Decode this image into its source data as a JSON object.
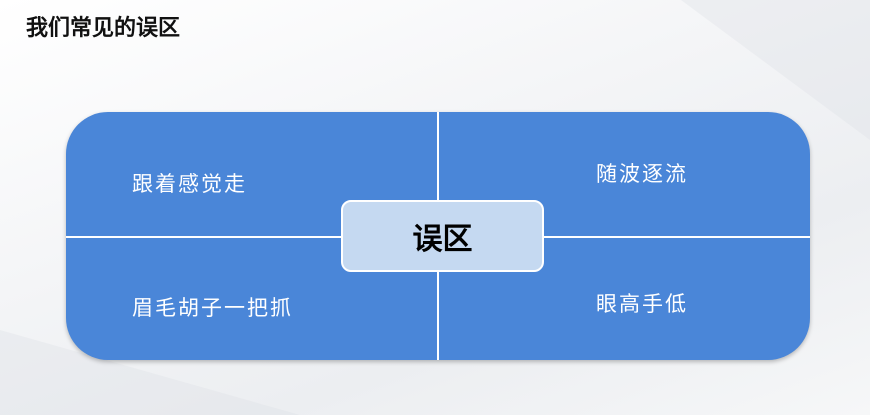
{
  "slide": {
    "title": "我们常见的误区"
  },
  "diagram": {
    "center": "误区",
    "quadrants": [
      "跟着感觉走",
      "随波逐流",
      "眉毛胡子一把抓",
      "眼高手低"
    ],
    "colors": {
      "panel": "#4a86d8",
      "center": "#c5d9f1"
    }
  }
}
